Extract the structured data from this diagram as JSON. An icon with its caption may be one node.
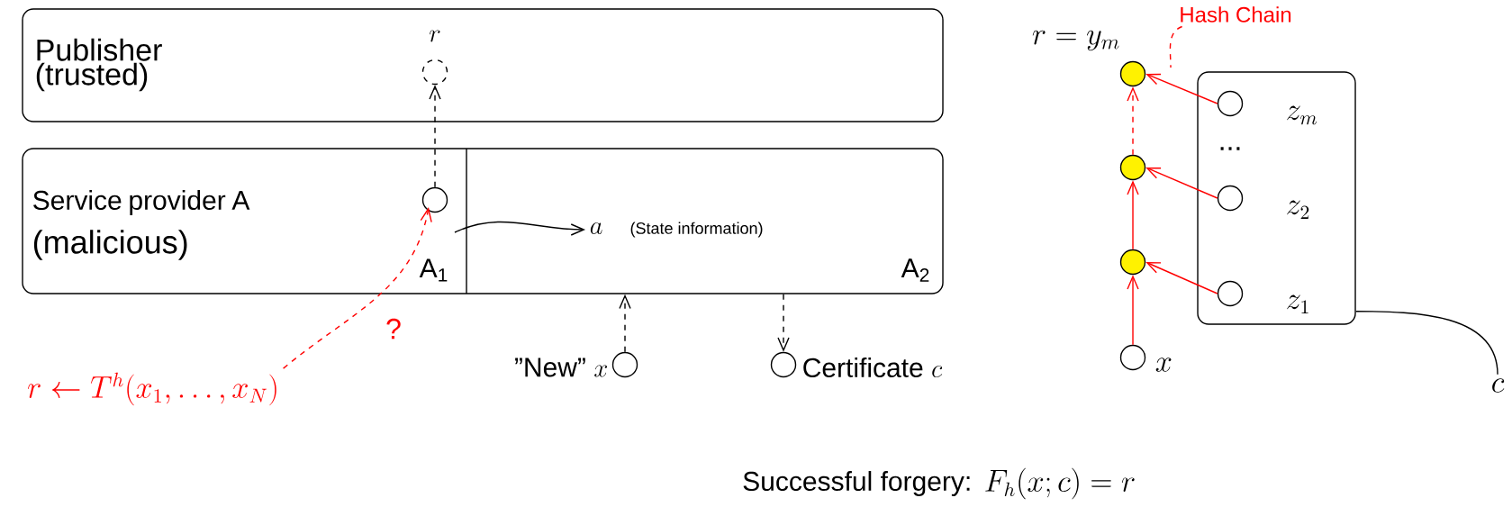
{
  "diagram": {
    "nodes": [
      {
        "text": [
          "Publisher (trusted)"
        ]
      },
      {
        "text": [],
        "shape": "circle",
        "in": 0,
        "beside": [
          "r"
        ]
      },
      {
        "text": [
          "Service provider A",
          "(malicious)"
        ]
      },
      {
        "text": [],
        "shape": "circle",
        "in": 2
      },
      {
        "text": [
          "a",
          "(State information)"
        ],
        "in": 2
      },
      {
        "text": [],
        "shape": "circle",
        "beside": [
          "”New”",
          "x"
        ]
      },
      {
        "text": [],
        "shape": "circle",
        "beside": [
          "Certificate",
          "c"
        ]
      },
      {
        "text": [
          "r \\leftarrow T^{h}(x_{1},\\ldots,x_{N})"
        ]
      },
      {
        "text": [],
        "shape": "circle",
        "beside": [
          "r = y_{m}"
        ]
      },
      {
        "text": [],
        "shape": "circle"
      },
      {
        "text": [],
        "shape": "circle"
      },
      {
        "text": [],
        "shape": "circle",
        "beside": [
          "x"
        ]
      },
      {
        "text": [],
        "shape": "box"
      },
      {
        "text": [],
        "shape": "circle",
        "in": 12,
        "beside": [
          "z_{m}"
        ]
      },
      {
        "text": [],
        "shape": "circle",
        "in": 12,
        "beside": [
          "z_{2}"
        ]
      },
      {
        "text": [],
        "shape": "circle",
        "in": 12,
        "beside": [
          "z_{1}"
        ]
      },
      {
        "text": [
          "c"
        ]
      },
      {
        "text": [
          "Hash Chain"
        ]
      }
    ],
    "edges": [
      {
        "from": 3,
        "to": 1,
        "arrow": "to",
        "style": "dashed",
        "color": "#000000"
      },
      {
        "from": 7,
        "to": 3,
        "arrow": "to",
        "style": "dashed",
        "label": "?"
      },
      {
        "from": null,
        "to": 4,
        "arrow": "to",
        "color": "#000000"
      },
      {
        "from": 5,
        "to": 2,
        "arrow": "to",
        "style": "dashed",
        "color": "#000000"
      },
      {
        "from": 2,
        "to": 6,
        "arrow": "to",
        "style": "dashed",
        "color": "#000000"
      },
      {
        "from": 11,
        "to": 10,
        "arrow": "to"
      },
      {
        "from": 10,
        "to": 9,
        "arrow": "to"
      },
      {
        "from": 9,
        "to": 8,
        "arrow": "to",
        "style": "dashed"
      },
      {
        "from": 13,
        "to": 8,
        "arrow": "to"
      },
      {
        "from": 14,
        "to": 9,
        "arrow": "to"
      },
      {
        "from": 15,
        "to": 10,
        "arrow": "to"
      },
      {
        "from": 12,
        "to": 16,
        "arrow": "none",
        "color": "#000000"
      },
      {
        "from": 17,
        "to": null,
        "arrow": "none",
        "style": "dashed"
      }
    ],
    "labels": [
      "A$_{1}$",
      "A$_{2}$",
      "...",
      "Successful forgery:",
      "F_{h}(x;c) = r"
    ]
  }
}
